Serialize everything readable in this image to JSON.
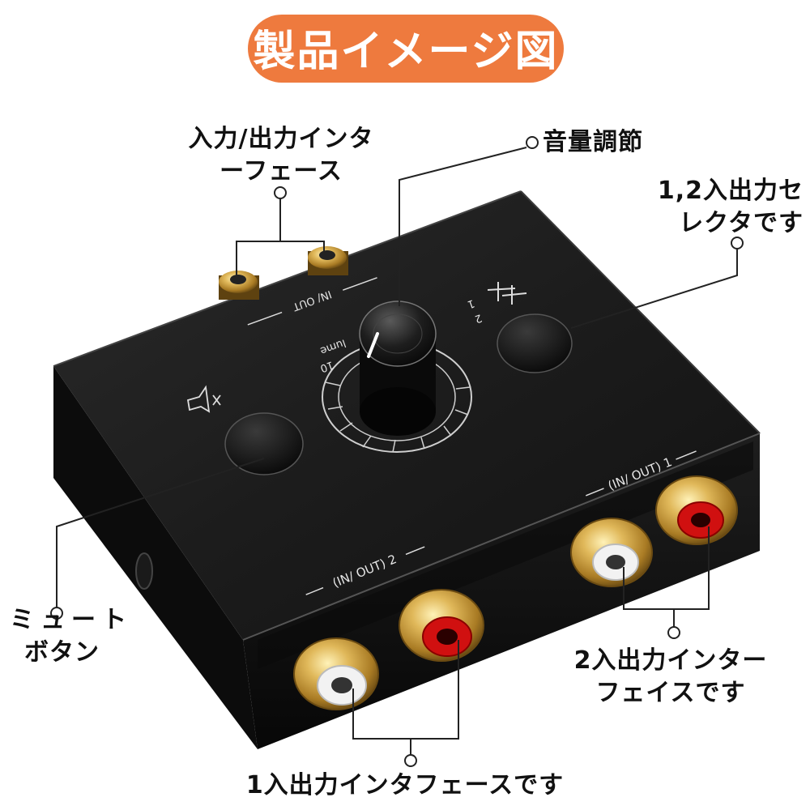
{
  "header": {
    "title": "製品イメージ図"
  },
  "callouts": {
    "io_top": {
      "line1": "入力/出力インタ",
      "line2": "ーフェース"
    },
    "volume": {
      "label": "音量調節"
    },
    "selector": {
      "line1": "1,2入出力セ",
      "line2": "レクタです"
    },
    "mute": {
      "line1": "ミュート",
      "line2": "ボタン"
    },
    "io2": {
      "line1": "2入出力インター",
      "line2": "フェイスです"
    },
    "io1": {
      "label": "1入出力インタフェースです"
    }
  },
  "device": {
    "top_port_label": "IN/ OUT",
    "port1_label": "(IN/ OUT) 1",
    "port2_label": "(IN/ OUT) 2",
    "knob_label": "lume",
    "knob_max": "10",
    "selector_marks": [
      "1",
      "2"
    ]
  },
  "colors": {
    "accent": "#ee7a3e",
    "device_body": "#161616",
    "connector_gold": "#c9a24a",
    "jack_red": "#d01010",
    "jack_white": "#f2f2f2"
  }
}
